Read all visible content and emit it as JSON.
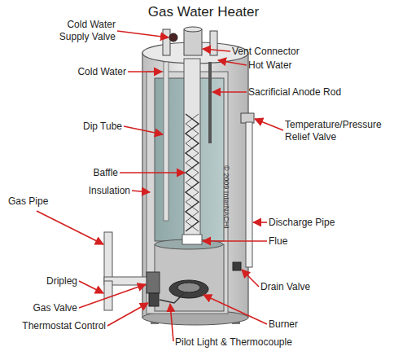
{
  "diagram": {
    "title": "Gas Water Heater",
    "labels": [
      "Cold Water Supply Valve",
      "Vent Connector",
      "Hot Water",
      "Cold Water",
      "Sacrificial Anode Rod",
      "Dip Tube",
      "Temperature/Pressure Relief Valve",
      "Baffle",
      "Insulation",
      "Gas Pipe",
      "Discharge Pipe",
      "Flue",
      "Dripleg",
      "Drain Valve",
      "Gas Valve",
      "Burner",
      "Thermostat Control",
      "Pilot Light & Thermocouple",
      "© 2009 InterNACHI"
    ]
  }
}
